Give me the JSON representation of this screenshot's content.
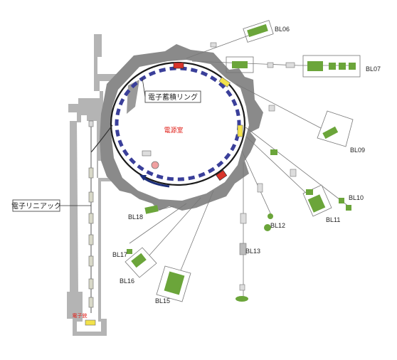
{
  "labels": {
    "ring": "電子蓄積リング",
    "power_room": "電源室",
    "linac": "電子リニアック",
    "electron_gun": "電子銃"
  },
  "beamlines": [
    {
      "id": "BL06",
      "label": "BL06"
    },
    {
      "id": "BL07",
      "label": "BL07"
    },
    {
      "id": "BL09",
      "label": "BL09"
    },
    {
      "id": "BL10",
      "label": "BL10"
    },
    {
      "id": "BL11",
      "label": "BL11"
    },
    {
      "id": "BL12",
      "label": "BL12"
    },
    {
      "id": "BL13",
      "label": "BL13"
    },
    {
      "id": "BL15",
      "label": "BL15"
    },
    {
      "id": "BL16",
      "label": "BL16"
    },
    {
      "id": "BL17",
      "label": "BL17"
    },
    {
      "id": "BL18",
      "label": "BL18"
    }
  ],
  "colors": {
    "shield_wall": "#8a8a8a",
    "building": "#b4b4b4",
    "ring_line": "#1a1a1a",
    "magnet": "#3a3f9a",
    "endstation": "#6ba53a",
    "rf_cavity_red": "#d9342b",
    "insertion_yellow": "#f2e24a",
    "label_red": "#e0201a"
  }
}
